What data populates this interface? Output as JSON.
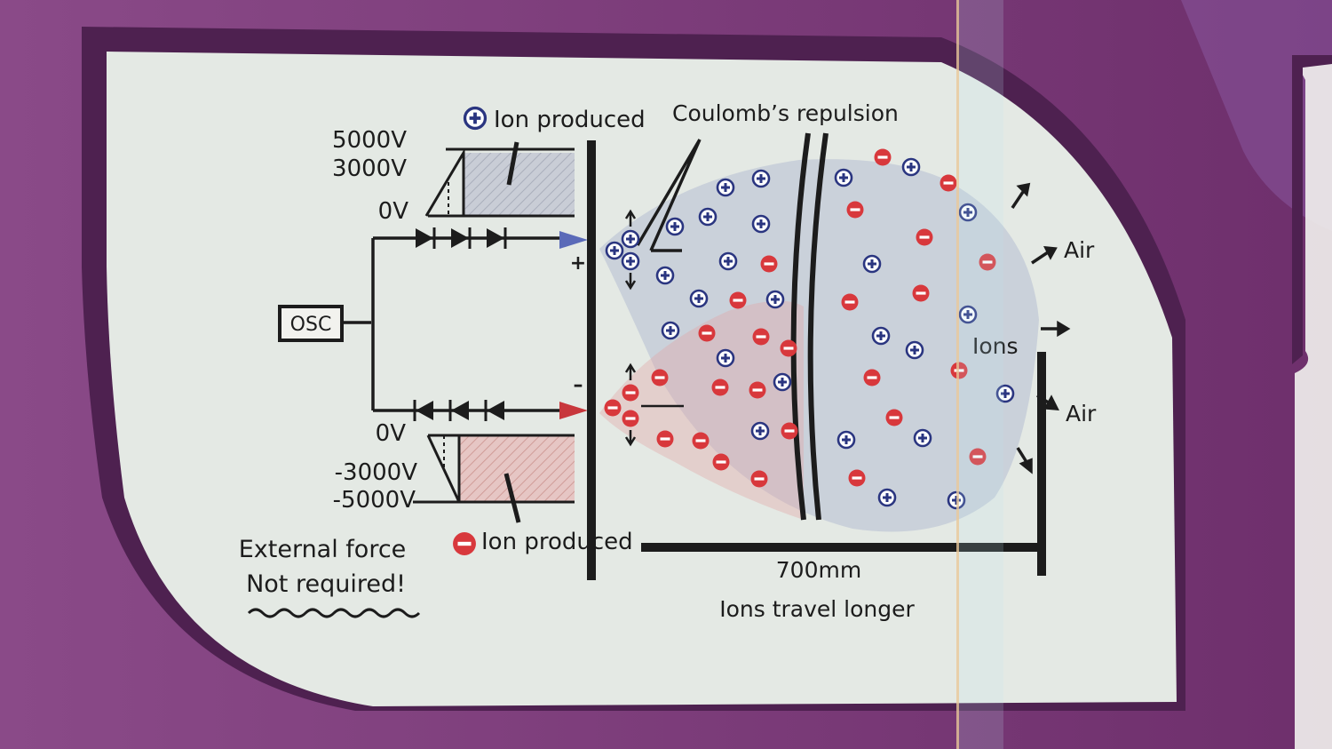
{
  "labels": {
    "ion_produced_positive": "Ion produced",
    "ion_produced_negative": "Ion produced",
    "coulomb": "Coulomb’s repulsion",
    "v5000": "5000V",
    "v3000": "3000V",
    "v0_top": "0V",
    "v0_bottom": "0V",
    "vneg3000": "-3000V",
    "vneg5000": "-5000V",
    "osc": "OSC",
    "plus_sign": "+",
    "minus_sign": "–",
    "air_top": "Air",
    "air_bottom": "Air",
    "ions": "Ions",
    "distance": "700mm",
    "travel": "Ions travel longer",
    "external_line1": "External force",
    "external_line2": "Not required!"
  },
  "colors": {
    "background_purple": "#7a3a78",
    "panel": "#e4e9e4",
    "positive_ion": "#2a3580",
    "negative_ion": "#d8383c",
    "positive_arrow": "#5a6ab8",
    "negative_arrow": "#c8373c"
  },
  "icons": {
    "positive_ion": "circled-plus",
    "negative_ion": "circled-minus",
    "diode": "diode-triangle"
  }
}
